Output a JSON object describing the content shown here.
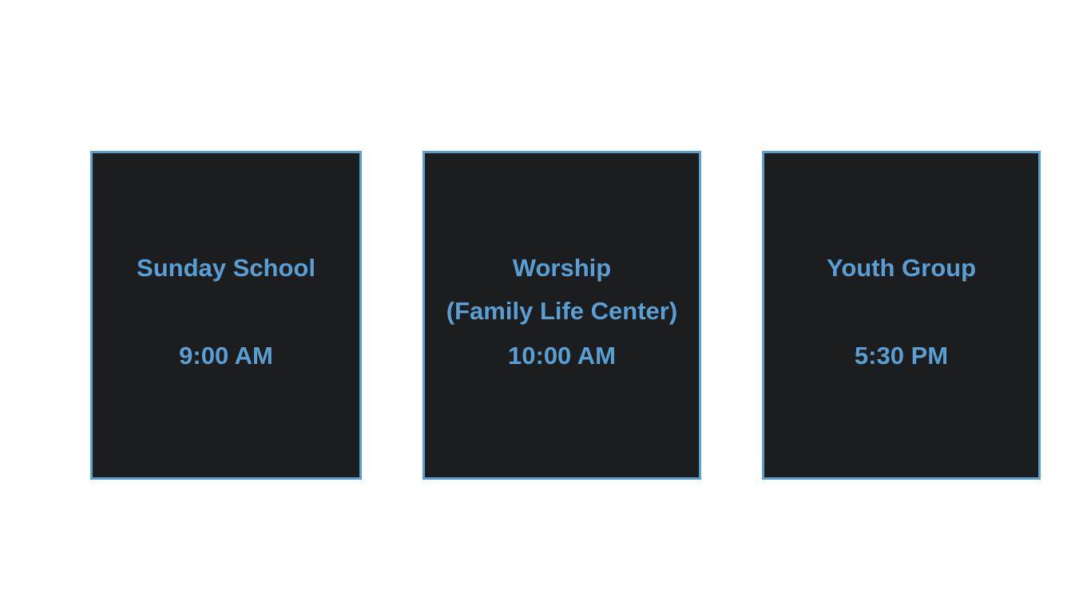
{
  "services": [
    {
      "title_line1": "Sunday School",
      "title_line2": "",
      "time": "9:00 AM"
    },
    {
      "title_line1": "Worship",
      "title_line2": "(Family Life Center)",
      "time": "10:00 AM"
    },
    {
      "title_line1": "Youth Group",
      "title_line2": "",
      "time": "5:30 PM"
    }
  ],
  "colors": {
    "accent": "#5a9fd4",
    "card_background": "#1c1d1f",
    "page_background": "#ffffff"
  }
}
